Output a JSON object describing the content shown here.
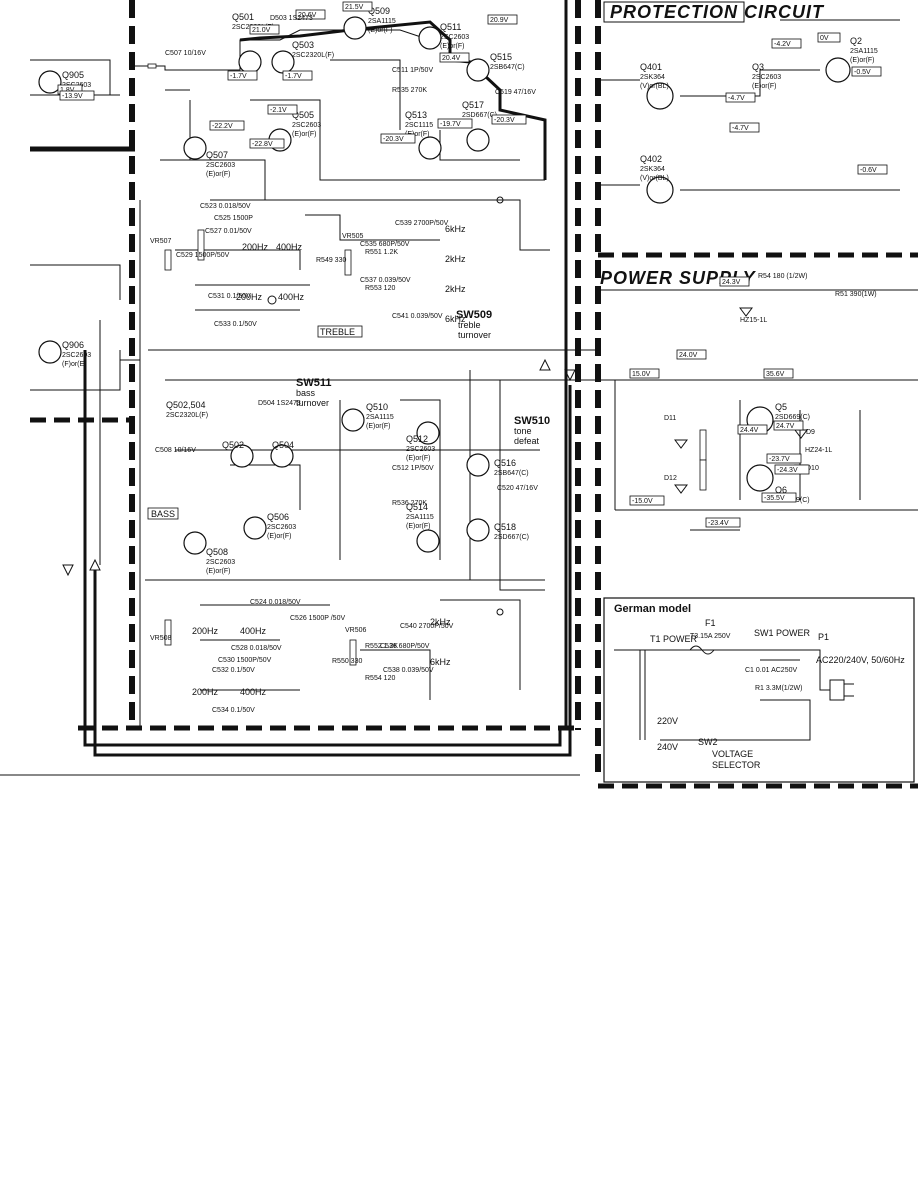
{
  "headings": {
    "protection": "PROTECTION CIRCUIT",
    "power_supply": "POWER SUPPLY",
    "german_model": "German model"
  },
  "controls": {
    "bass": "BASS",
    "treble": "TREBLE",
    "sw511": "SW511",
    "sw511_desc1": "bass",
    "sw511_desc2": "turnover",
    "sw509": "SW509",
    "sw509_desc1": "treble",
    "sw509_desc2": "turnover",
    "sw510": "SW510",
    "sw510_desc1": "tone",
    "sw510_desc2": "defeat",
    "vr505": "VR505",
    "vr506": "VR506",
    "vr507": "VR507",
    "vr508": "VR508"
  },
  "transistors": [
    {
      "ref": "Q501",
      "type": "2SC2320L(F)"
    },
    {
      "ref": "Q503",
      "type": "2SC2320L(F)"
    },
    {
      "ref": "Q509",
      "type": "2SA1115 (E)or(F)"
    },
    {
      "ref": "Q511",
      "type": "2SC2603 (E)or(F)"
    },
    {
      "ref": "Q515",
      "type": "2SB647(C)"
    },
    {
      "ref": "Q513",
      "type": "2SC1115 (E)or(F)"
    },
    {
      "ref": "Q517",
      "type": "2SD667(C)"
    },
    {
      "ref": "Q505",
      "type": "2SC2603 (E)or(F)"
    },
    {
      "ref": "Q507",
      "type": "2SC2603 (E)or(F)"
    },
    {
      "ref": "Q905",
      "type": "2SC2603 (F)or(E)"
    },
    {
      "ref": "Q906",
      "type": "2SC2603 (F)or(E)"
    },
    {
      "ref": "Q502",
      "type": ""
    },
    {
      "ref": "Q504",
      "type": ""
    },
    {
      "ref": "Q502,504",
      "type": "2SC2320L(F)"
    },
    {
      "ref": "Q506",
      "type": "2SC2603 (E)or(F)"
    },
    {
      "ref": "Q508",
      "type": "2SC2603 (E)or(F)"
    },
    {
      "ref": "Q510",
      "type": "2SA1115 (E)or(F)"
    },
    {
      "ref": "Q512",
      "type": "2SC2603 (E)or(F)"
    },
    {
      "ref": "Q514",
      "type": "2SA1115 (E)or(F)"
    },
    {
      "ref": "Q516",
      "type": "2SB647(C)"
    },
    {
      "ref": "Q518",
      "type": "2SD667(C)"
    },
    {
      "ref": "Q401",
      "type": "2SK364 (V)or(BL)"
    },
    {
      "ref": "Q402",
      "type": "2SK364 (V)or(BL)"
    },
    {
      "ref": "Q2",
      "type": "2SA1115 (E)or(F)"
    },
    {
      "ref": "Q3",
      "type": "2SC2603 (E)or(F)"
    },
    {
      "ref": "Q5",
      "type": "2SD669(C)"
    },
    {
      "ref": "Q6",
      "type": "2SB649(C)"
    }
  ],
  "voltages": [
    "21.0V",
    "20.6V",
    "21.5V",
    "-1.7V",
    "-1.7V",
    "-2.1V",
    "-22.2V",
    "-22.8V",
    "20.9V",
    "20.4V",
    "-20.3V",
    "-19.7V",
    "-20.3V",
    "-4.7V",
    "-4.2V",
    "0V",
    "-0.5V",
    "-4.7V",
    "-0.6V",
    "1.8V",
    "-13.9V",
    "24.0V",
    "15.0V",
    "35.6V",
    "24.7V",
    "24.4V",
    "-23.7V",
    "-24.3V",
    "-35.5V",
    "-15.0V",
    "-23.4V",
    "24.3V"
  ],
  "power": {
    "r54": "R54 180 (1/2W)",
    "r51": "R51 390(1W)",
    "hz15": "HZ15-1L",
    "hz24": "HZ24-1L",
    "d9": "D9",
    "d10": "D10",
    "d11": "D11",
    "d12": "D12"
  },
  "german": {
    "t1": "T1 POWER",
    "f1": "F1",
    "fuse": "T3.15A 250V",
    "sw1": "SW1 POWER",
    "p1": "P1",
    "ac": "AC220/240V, 50/60Hz",
    "c1": "C1 0.01 AC250V",
    "r1": "R1 3.3M(1/2W)",
    "v220": "220V",
    "v240": "240V",
    "sw2_a": "SW2",
    "sw2_b": "VOLTAGE",
    "sw2_c": "SELECTOR"
  },
  "freq_labels": [
    "200Hz",
    "400Hz",
    "200Hz",
    "400Hz",
    "200Hz",
    "400Hz",
    "200Hz",
    "400Hz",
    "6kHz",
    "2kHz",
    "2kHz",
    "6kHz",
    "2kHz",
    "6kHz"
  ],
  "parts_text": [
    "C523 0.018/50V",
    "C525 1500P",
    "C527 0.01/50V",
    "C529 1500P/50V",
    "C531 0.1/50V",
    "C533 0.1/50V",
    "C535 680P/50V",
    "C537 0.039/50V",
    "C539 2700P/50V",
    "C541 0.039/50V",
    "R549 330",
    "R551 1.2K",
    "R553 120",
    "C511 1P/50V",
    "R535 270K",
    "C512 1P/50V",
    "R536 270K",
    "C519 47/16V",
    "C520 47/16V",
    "C524 0.018/50V",
    "C526 1500P /50V",
    "C528 0.018/50V",
    "C530 1500P/50V",
    "C532 0.1/50V",
    "C534 0.1/50V",
    "R550 330",
    "R552 1.2K",
    "C536 680P/50V",
    "C538 0.039/50V",
    "C540 2700P/50V",
    "R554 120",
    "C507 10/16V",
    "C508 10/16V",
    "D503 1S2473",
    "D504 1S2473"
  ]
}
